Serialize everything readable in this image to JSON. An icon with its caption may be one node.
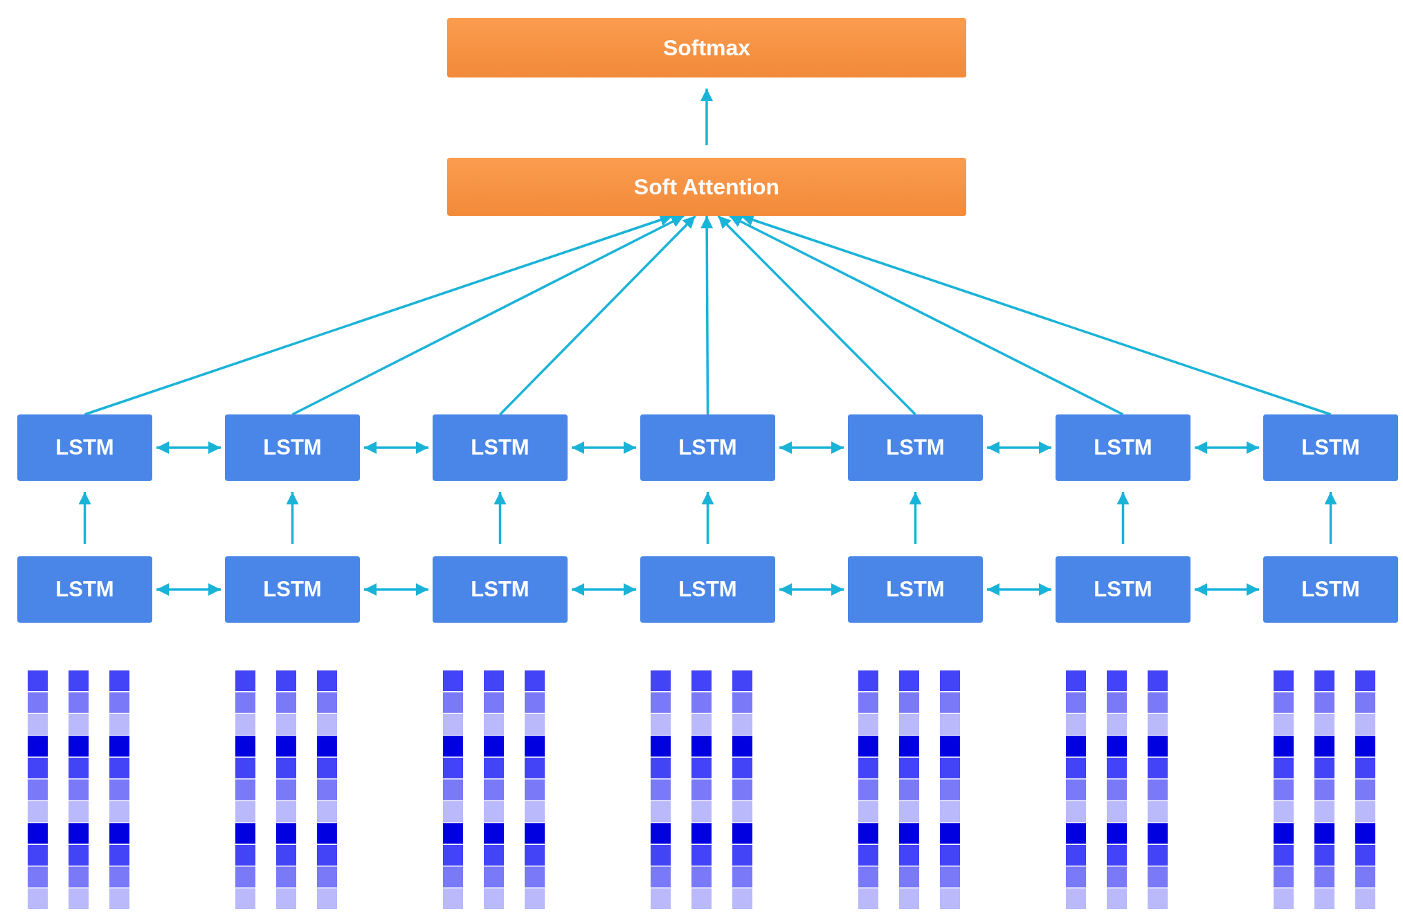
{
  "diagram": {
    "nodes": [
      {
        "text": [
          "Softmax"
        ]
      },
      {
        "text": [
          "Soft Attention"
        ]
      },
      {
        "text": [
          "LSTM"
        ]
      },
      {
        "text": [
          "LSTM"
        ]
      },
      {
        "text": [
          "LSTM"
        ]
      },
      {
        "text": [
          "LSTM"
        ]
      },
      {
        "text": [
          "LSTM"
        ]
      },
      {
        "text": [
          "LSTM"
        ]
      },
      {
        "text": [
          "LSTM"
        ]
      },
      {
        "text": [
          "LSTM"
        ]
      },
      {
        "text": [
          "LSTM"
        ]
      },
      {
        "text": [
          "LSTM"
        ]
      },
      {
        "text": [
          "LSTM"
        ]
      },
      {
        "text": [
          "LSTM"
        ]
      },
      {
        "text": [
          "LSTM"
        ]
      },
      {
        "text": [
          "LSTM"
        ]
      }
    ],
    "edges": [
      {
        "from": 1,
        "to": 0,
        "arrow": "to"
      },
      {
        "from": 2,
        "to": 1,
        "arrow": "to"
      },
      {
        "from": 3,
        "to": 1,
        "arrow": "to"
      },
      {
        "from": 4,
        "to": 1,
        "arrow": "to"
      },
      {
        "from": 5,
        "to": 1,
        "arrow": "to"
      },
      {
        "from": 6,
        "to": 1,
        "arrow": "to"
      },
      {
        "from": 7,
        "to": 1,
        "arrow": "to"
      },
      {
        "from": 8,
        "to": 1,
        "arrow": "to"
      },
      {
        "from": 2,
        "to": 3,
        "arrow": "both"
      },
      {
        "from": 3,
        "to": 4,
        "arrow": "both"
      },
      {
        "from": 4,
        "to": 5,
        "arrow": "both"
      },
      {
        "from": 5,
        "to": 6,
        "arrow": "both"
      },
      {
        "from": 6,
        "to": 7,
        "arrow": "both"
      },
      {
        "from": 7,
        "to": 8,
        "arrow": "both"
      },
      {
        "from": 9,
        "to": 2,
        "arrow": "to"
      },
      {
        "from": 10,
        "to": 3,
        "arrow": "to"
      },
      {
        "from": 11,
        "to": 4,
        "arrow": "to"
      },
      {
        "from": 12,
        "to": 5,
        "arrow": "to"
      },
      {
        "from": 13,
        "to": 6,
        "arrow": "to"
      },
      {
        "from": 14,
        "to": 7,
        "arrow": "to"
      },
      {
        "from": 15,
        "to": 8,
        "arrow": "to"
      },
      {
        "from": 9,
        "to": 10,
        "arrow": "both"
      },
      {
        "from": 10,
        "to": 11,
        "arrow": "both"
      },
      {
        "from": 11,
        "to": 12,
        "arrow": "both"
      },
      {
        "from": 12,
        "to": 13,
        "arrow": "both"
      },
      {
        "from": 13,
        "to": 14,
        "arrow": "both"
      },
      {
        "from": 14,
        "to": 15,
        "arrow": "both"
      }
    ]
  }
}
